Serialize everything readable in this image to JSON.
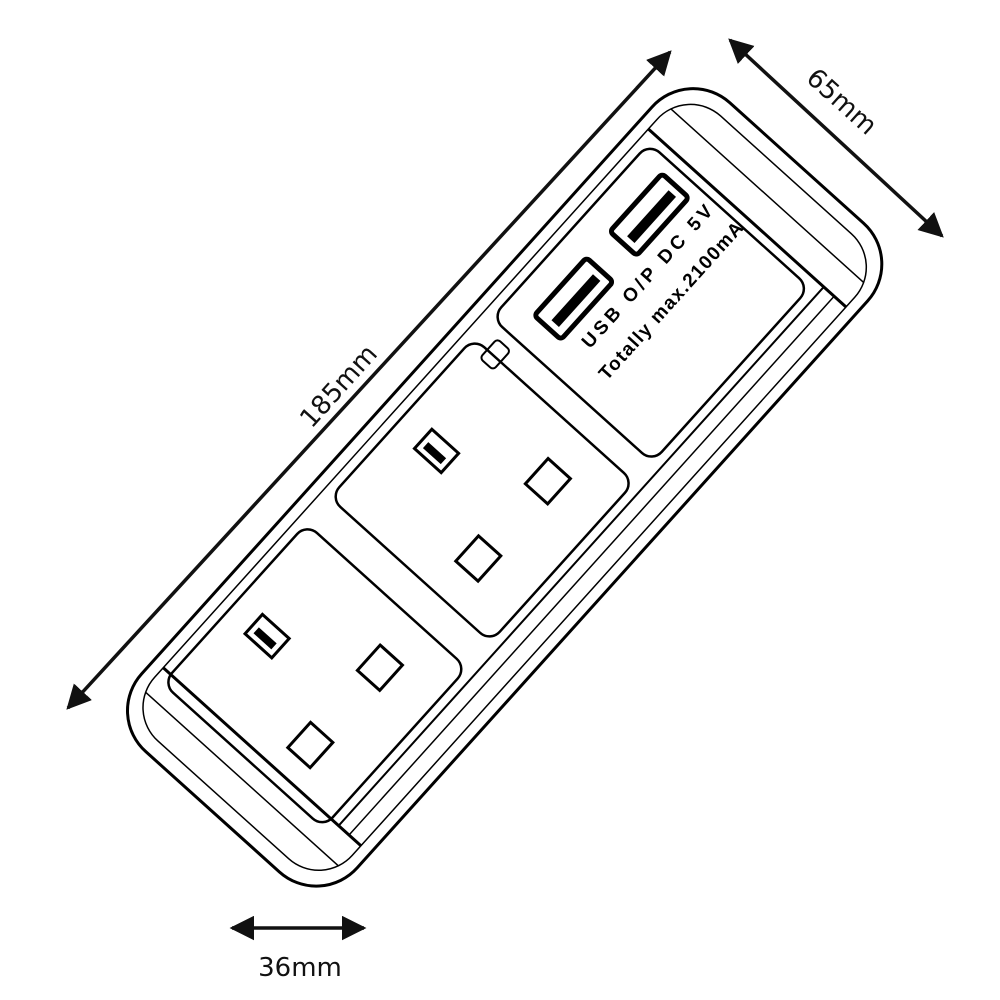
{
  "dimensions": {
    "length": "185mm",
    "width": "65mm",
    "end_width": "36mm"
  },
  "usb_panel": {
    "line1": "USB O/P DC 5V",
    "line2": "Totally max.2100mA",
    "port_count": 2
  },
  "socket_count": 2,
  "colors": {
    "line": "#000000",
    "background": "#ffffff"
  }
}
